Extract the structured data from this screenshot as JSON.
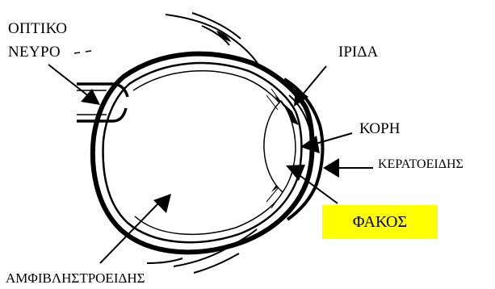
{
  "labels": {
    "optic_nerve_line1": "ΟΠΤΙΚΟ",
    "optic_nerve_line2": "ΝΕΥΡΟ",
    "iris": "ΙΡΙΔΑ",
    "pupil": "ΚΟΡΗ",
    "cornea": "ΚΕΡΑΤΟΕΙΔΗΣ",
    "lens": "ΦΑΚΟΣ",
    "retina": "ΑΜΦΙΒΛΗΣΤΡΟΕΙΔΗΣ"
  },
  "colors": {
    "lens_highlight": "#ffff00",
    "ink": "#000000",
    "background": "#ffffff"
  }
}
